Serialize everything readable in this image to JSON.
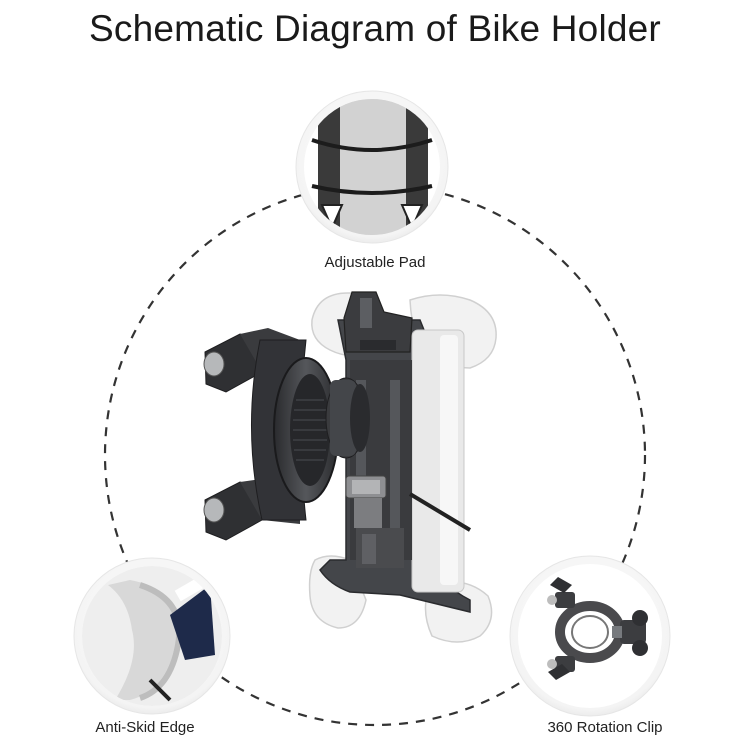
{
  "title": "Schematic Diagram of Bike Holder",
  "callouts": {
    "top": "Adjustable Pad",
    "left": "Anti-Skid Edge",
    "right": "360 Rotation Clip"
  },
  "colors": {
    "dashed_ring": "#333333",
    "holder_dark": "#2f3033",
    "holder_grey": "#55575a",
    "pad_white": "#f3f3f3",
    "detail_blue": "#1e2a4a"
  }
}
